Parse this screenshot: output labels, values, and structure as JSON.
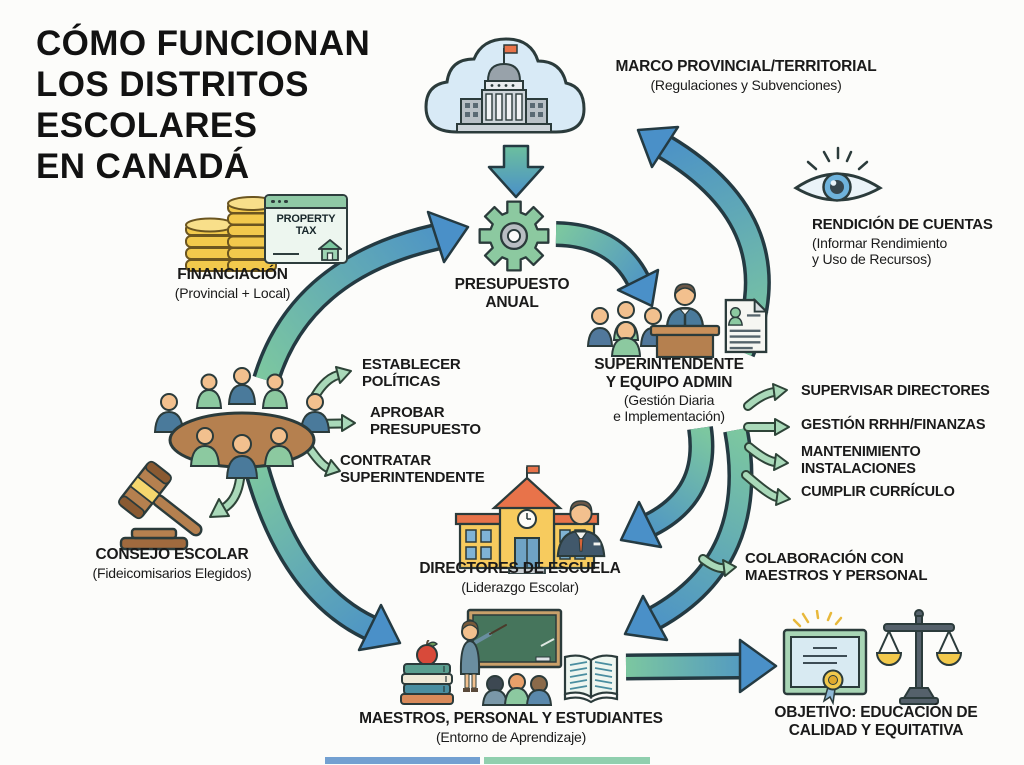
{
  "title": "CÓMO FUNCIONAN\nLOS DISTRITOS\nESCOLARES\nEN CANADÁ",
  "nodes": {
    "marco": {
      "label": "MARCO PROVINCIAL/TERRITORIAL",
      "sublabel": "(Regulaciones y Subvenciones)"
    },
    "rendicion": {
      "label": "RENDICIÓN DE CUENTAS",
      "sublabel": "(Informar Rendimiento\ny Uso de Recursos)"
    },
    "financiacion": {
      "label": "FINANCIACIÓN",
      "sublabel": "(Provincial + Local)",
      "property_tax": "PROPERTY\nTAX"
    },
    "presupuesto": {
      "label": "PRESUPUESTO\nANUAL"
    },
    "superintendente": {
      "label": "SUPERINTENDENTE\nY EQUIPO ADMIN",
      "sublabel": "(Gestión Diaria\ne Implementación)"
    },
    "consejo": {
      "label": "CONSEJO ESCOLAR",
      "sublabel": "(Fideicomisarios Elegidos)"
    },
    "directores": {
      "label": "DIRECTORES DE ESCUELA",
      "sublabel": "(Liderazgo Escolar)"
    },
    "colaboracion": {
      "label": "COLABORACIÓN CON\nMAESTROS Y PERSONAL"
    },
    "maestros": {
      "label": "MAESTROS, PERSONAL Y ESTUDIANTES",
      "sublabel": "(Entorno de Aprendizaje)"
    },
    "objetivo": {
      "label": "OBJETIVO: EDUCACIÓN DE\nCALIDAD Y EQUITATIVA"
    }
  },
  "board_tasks": [
    {
      "label": "ESTABLECER\nPOLÍTICAS"
    },
    {
      "label": "APROBAR\nPRESUPUESTO"
    },
    {
      "label": "CONTRATAR\nSUPERINTENDENTE"
    }
  ],
  "admin_tasks": [
    {
      "label": "SUPERVISAR DIRECTORES"
    },
    {
      "label": "GESTIÓN RRHH/FINANZAS"
    },
    {
      "label": "MANTENIMIENTO\nINSTALACIONES"
    },
    {
      "label": "CUMPLIR CURRÍCULO"
    }
  ],
  "icons": [
    "cloud-government-icon",
    "eye-icon",
    "coins-icon",
    "property-tax-icon",
    "gear-icon",
    "team-icon",
    "superintendent-podium-icon",
    "document-icon",
    "board-table-icon",
    "gavel-icon",
    "school-icon",
    "principal-icon",
    "books-apple-icon",
    "classroom-icon",
    "open-book-icon",
    "certificate-icon",
    "scales-icon"
  ],
  "colors": {
    "arrow_green": "#7cc7a0",
    "arrow_blue": "#4a90c8",
    "small_arrow_green": "#a9d9b9",
    "outline_dark": "#243a42",
    "coin_gold": "#f2c94c",
    "table_brown": "#b5804f",
    "school_yellow": "#f7cb5e",
    "roof_orange": "#e8734a",
    "blackboard_green": "#46755c",
    "cloud_blue": "#d8eaf6",
    "text": "#1a1a1a"
  }
}
